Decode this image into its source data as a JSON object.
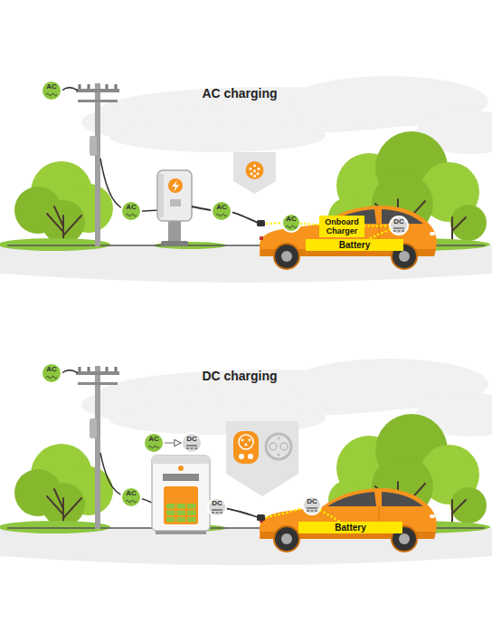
{
  "diagram": {
    "nodes": [
      {
        "text": [
          "AC"
        ]
      },
      {
        "text": [
          "AC"
        ]
      },
      {
        "text": [
          "AC"
        ]
      },
      {
        "text": [
          "AC"
        ]
      },
      {
        "text": [
          "Onboard Charger"
        ]
      },
      {
        "text": [
          "DC"
        ]
      },
      {
        "text": [
          "Battery"
        ]
      },
      {
        "text": [
          "AC"
        ]
      },
      {
        "text": [
          "AC"
        ]
      },
      {
        "text": [
          "DC"
        ]
      },
      {
        "text": [
          "AC"
        ]
      },
      {
        "text": [
          "DC"
        ]
      },
      {
        "text": [
          "DC"
        ]
      },
      {
        "text": [
          "Battery"
        ]
      }
    ],
    "edges": [
      {
        "from": 3,
        "to": 4,
        "arrow": "none"
      },
      {
        "from": 4,
        "to": 5,
        "arrow": "none"
      },
      {
        "from": 5,
        "to": 6,
        "arrow": "none"
      },
      {
        "from": 8,
        "to": 9,
        "arrow": "to"
      },
      {
        "from": 12,
        "to": 13,
        "arrow": "none"
      }
    ],
    "labels": [
      "AC charging",
      "DC charging"
    ]
  }
}
